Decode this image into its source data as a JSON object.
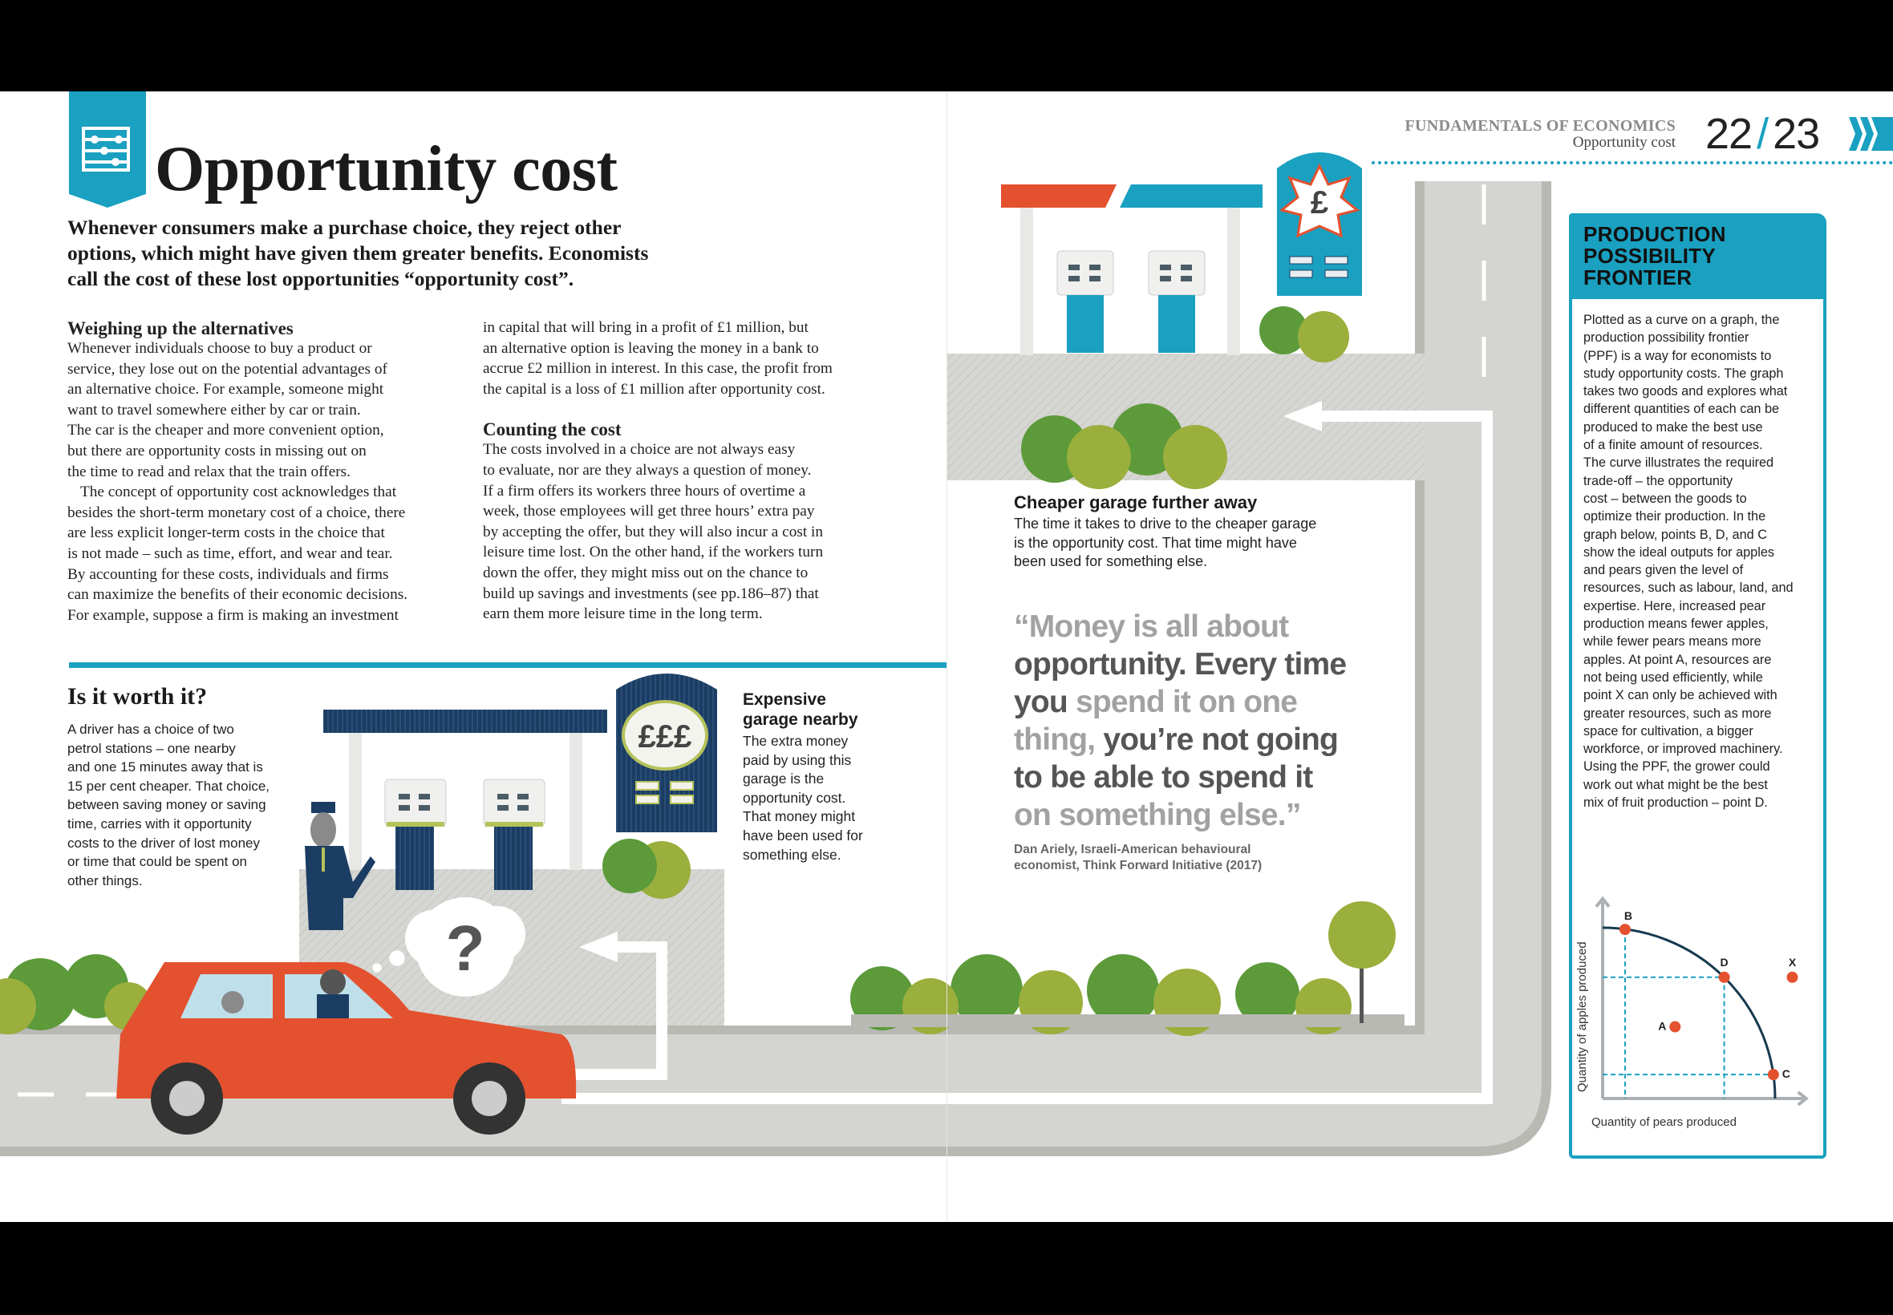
{
  "header": {
    "title": "Opportunity cost",
    "running_head": "FUNDAMENTALS OF ECONOMICS",
    "running_sub": "Opportunity cost",
    "page_left": "22",
    "page_sep": "/",
    "page_right": "23"
  },
  "intro": [
    "Whenever consumers make a purchase choice, they reject other",
    "options, which might have given them greater benefits. Economists",
    "call the cost of these lost opportunities “opportunity cost”."
  ],
  "col1": {
    "heading": "Weighing up the alternatives",
    "lines": [
      "Whenever individuals choose to buy a product or",
      "service, they lose out on the potential advantages of",
      "an alternative choice. For example, someone might",
      "want to travel somewhere either by car or train.",
      "The car is the cheaper and more convenient option,",
      "but there are opportunity costs in missing out on",
      "the time to read and relax that the train offers.",
      "The concept of opportunity cost acknowledges that",
      "besides the short-term monetary cost of a choice, there",
      "are less explicit longer-term costs in the choice that",
      "is not made – such as time, effort, and wear and tear.",
      "By accounting for these costs, individuals and firms",
      "can maximize the benefits of their economic decisions.",
      "For example, suppose a firm is making an investment"
    ]
  },
  "col2": {
    "lines_top": [
      "in capital that will bring in a profit of £1 million, but",
      "an alternative option is leaving the money in a bank to",
      "accrue £2 million in interest. In this case, the profit from",
      "the capital is a loss of £1 million after opportunity cost."
    ],
    "heading": "Counting the cost",
    "lines": [
      "The costs involved in a choice are not always easy",
      "to evaluate, nor are they always a question of money.",
      "If a firm offers its workers three hours of overtime a",
      "week, those employees will get three hours’ extra pay",
      "by accepting the offer, but they will also incur a cost in",
      "leisure time lost. On the other hand, if the workers turn",
      "down the offer, they might miss out on the chance to",
      "build up savings and investments (see pp.186–87) that",
      "earn them more leisure time in the long term."
    ]
  },
  "worth": {
    "heading": "Is it worth it?",
    "lines": [
      "A driver has a choice of two",
      "petrol stations – one nearby",
      "and one 15 minutes away that is",
      "15 per cent cheaper. That choice,",
      "between saving money or saving",
      "time, carries with it opportunity",
      "costs to the driver of lost money",
      "or time that could be spent on",
      "other things."
    ]
  },
  "expensive": {
    "heading": [
      "Expensive",
      "garage nearby"
    ],
    "lines": [
      "The extra money",
      "paid by using this",
      "garage is the",
      "opportunity cost.",
      "That money might",
      "have been used for",
      "something else."
    ],
    "sign": "£££"
  },
  "cheaper": {
    "heading": "Cheaper garage further away",
    "lines": [
      "The time it takes to drive to the cheaper garage",
      "is the opportunity cost. That time might have",
      "been used for something else."
    ],
    "sign": "£"
  },
  "quote": {
    "lines": [
      [
        {
          "t": "“Money is all about",
          "tone": "light"
        }
      ],
      [
        {
          "t": "opportunity. Every time",
          "tone": "dark"
        }
      ],
      [
        {
          "t": "you ",
          "tone": "dark"
        },
        {
          "t": "spend it on one",
          "tone": "light"
        }
      ],
      [
        {
          "t": "thing, ",
          "tone": "light"
        },
        {
          "t": "you’re not going",
          "tone": "dark"
        }
      ],
      [
        {
          "t": "to be able to spend it",
          "tone": "dark"
        }
      ],
      [
        {
          "t": "on something else.”",
          "tone": "light"
        }
      ]
    ],
    "attribution": [
      "Dan Ariely, Israeli-American behavioural",
      "economist, Think Forward Initiative (2017)"
    ]
  },
  "illustration": {
    "thought": "?"
  },
  "ppf": {
    "title": [
      "PRODUCTION",
      "POSSIBILITY",
      "FRONTIER"
    ],
    "lines": [
      "Plotted as a curve on a graph, the",
      "production possibility frontier",
      "(PPF) is a way for economists to",
      "study opportunity costs. The graph",
      "takes two goods and explores what",
      "different quantities of each can be",
      "produced to make the best use",
      "of a finite amount of resources.",
      "The curve illustrates the required",
      "trade-off – the opportunity",
      "cost – between the goods to",
      "optimize their production. In the",
      "graph below, points B, D, and C",
      "show the ideal outputs for apples",
      "and pears given the level of",
      "resources, such as labour, land, and",
      "expertise. Here, increased pear",
      "production means fewer apples,",
      "while fewer pears means more",
      "apples. At point A, resources are",
      "not being used efficiently, while",
      "point X can only be achieved with",
      "greater resources, such as more",
      "space for cultivation, a bigger",
      "workforce, or improved machinery.",
      "Using the PPF, the grower could",
      "work out what might be the best",
      "mix of fruit production – point D."
    ]
  },
  "colors": {
    "accent": "#1aa0c0",
    "point": "#e4512f",
    "curve": "#163a50",
    "navy": "#1c3d63"
  },
  "chart_data": {
    "type": "line",
    "title": "Production possibility frontier",
    "xlabel": "Quantity of pears produced",
    "ylabel": "Quantity of apples produced",
    "xlim": [
      0,
      11.8
    ],
    "ylim": [
      0,
      11.7
    ],
    "grid": false,
    "curve": {
      "name": "PPF",
      "shape": "quarter-circle",
      "x_intercept": 10,
      "y_intercept": 10
    },
    "points": [
      {
        "label": "B",
        "x": 1.3,
        "y": 9.9,
        "on_curve": true
      },
      {
        "label": "D",
        "x": 7.05,
        "y": 7.1,
        "on_curve": true
      },
      {
        "label": "C",
        "x": 9.9,
        "y": 1.4,
        "on_curve": true
      },
      {
        "label": "A",
        "x": 4.2,
        "y": 4.2,
        "on_curve": false
      },
      {
        "label": "X",
        "x": 11.0,
        "y": 7.1,
        "on_curve": false
      }
    ]
  }
}
